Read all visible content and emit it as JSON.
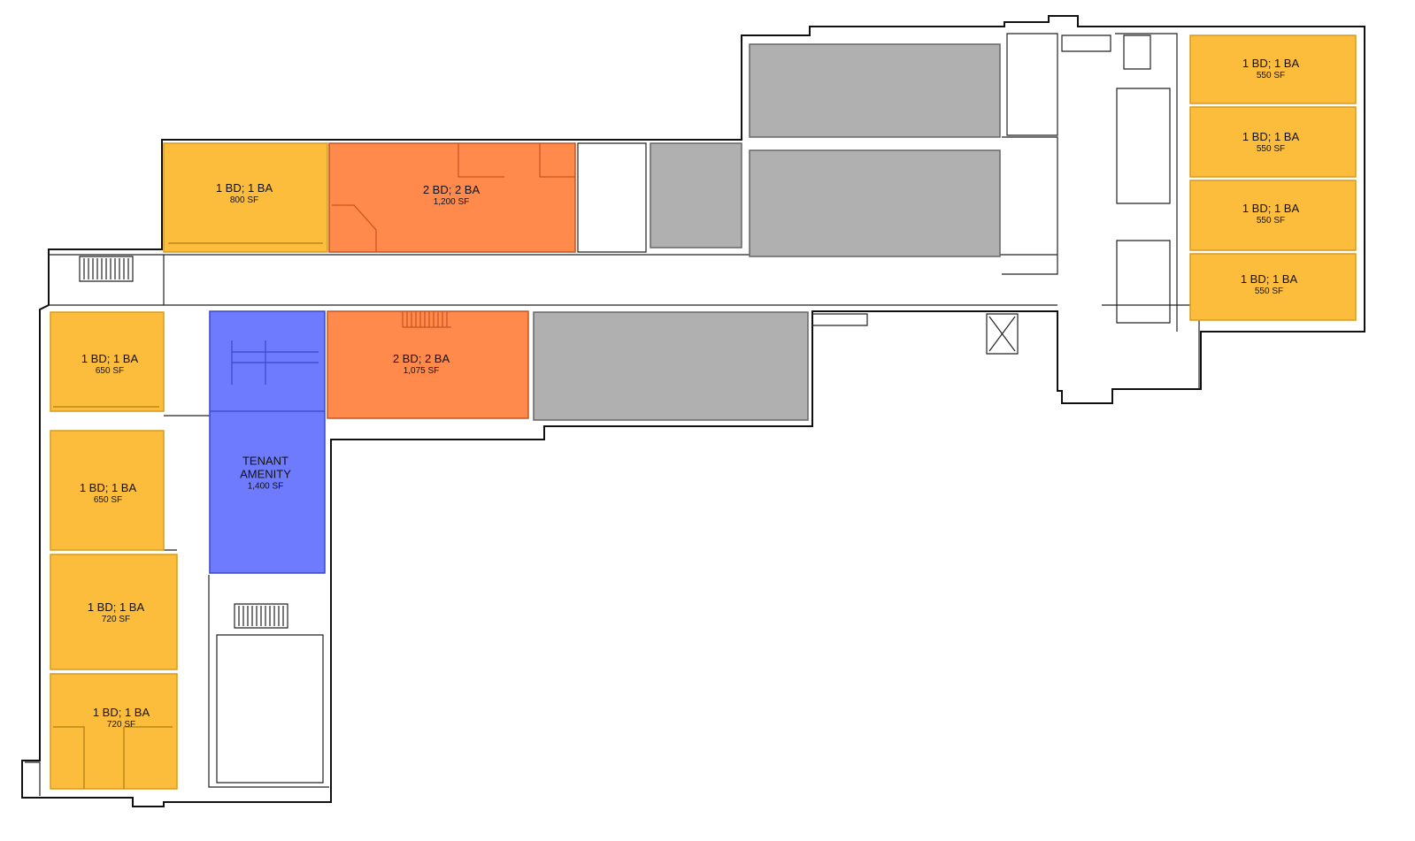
{
  "colors": {
    "one_bed": "#fdbd3c",
    "two_bed": "#ff8a4c",
    "amenity": "#6e7bff",
    "other": "#b0b0b0"
  },
  "units": [
    {
      "type": "1 BD; 1 BA",
      "area": "800 SF"
    },
    {
      "type": "2 BD; 2 BA",
      "area": "1,200 SF"
    },
    {
      "type": "1 BD; 1 BA",
      "area": "550 SF"
    },
    {
      "type": "1 BD; 1 BA",
      "area": "550 SF"
    },
    {
      "type": "1 BD; 1 BA",
      "area": "550 SF"
    },
    {
      "type": "1 BD; 1 BA",
      "area": "550 SF"
    },
    {
      "type": "1 BD; 1 BA",
      "area": "650 SF"
    },
    {
      "type": "1 BD; 1 BA",
      "area": "650 SF"
    },
    {
      "type": "1 BD; 1 BA",
      "area": "720 SF"
    },
    {
      "type": "1 BD; 1 BA",
      "area": "720 SF"
    },
    {
      "type": "2 BD; 2 BA",
      "area": "1,075 SF"
    }
  ],
  "amenity": {
    "line1": "TENANT",
    "line2": "AMENITY",
    "area": "1,400 SF"
  }
}
